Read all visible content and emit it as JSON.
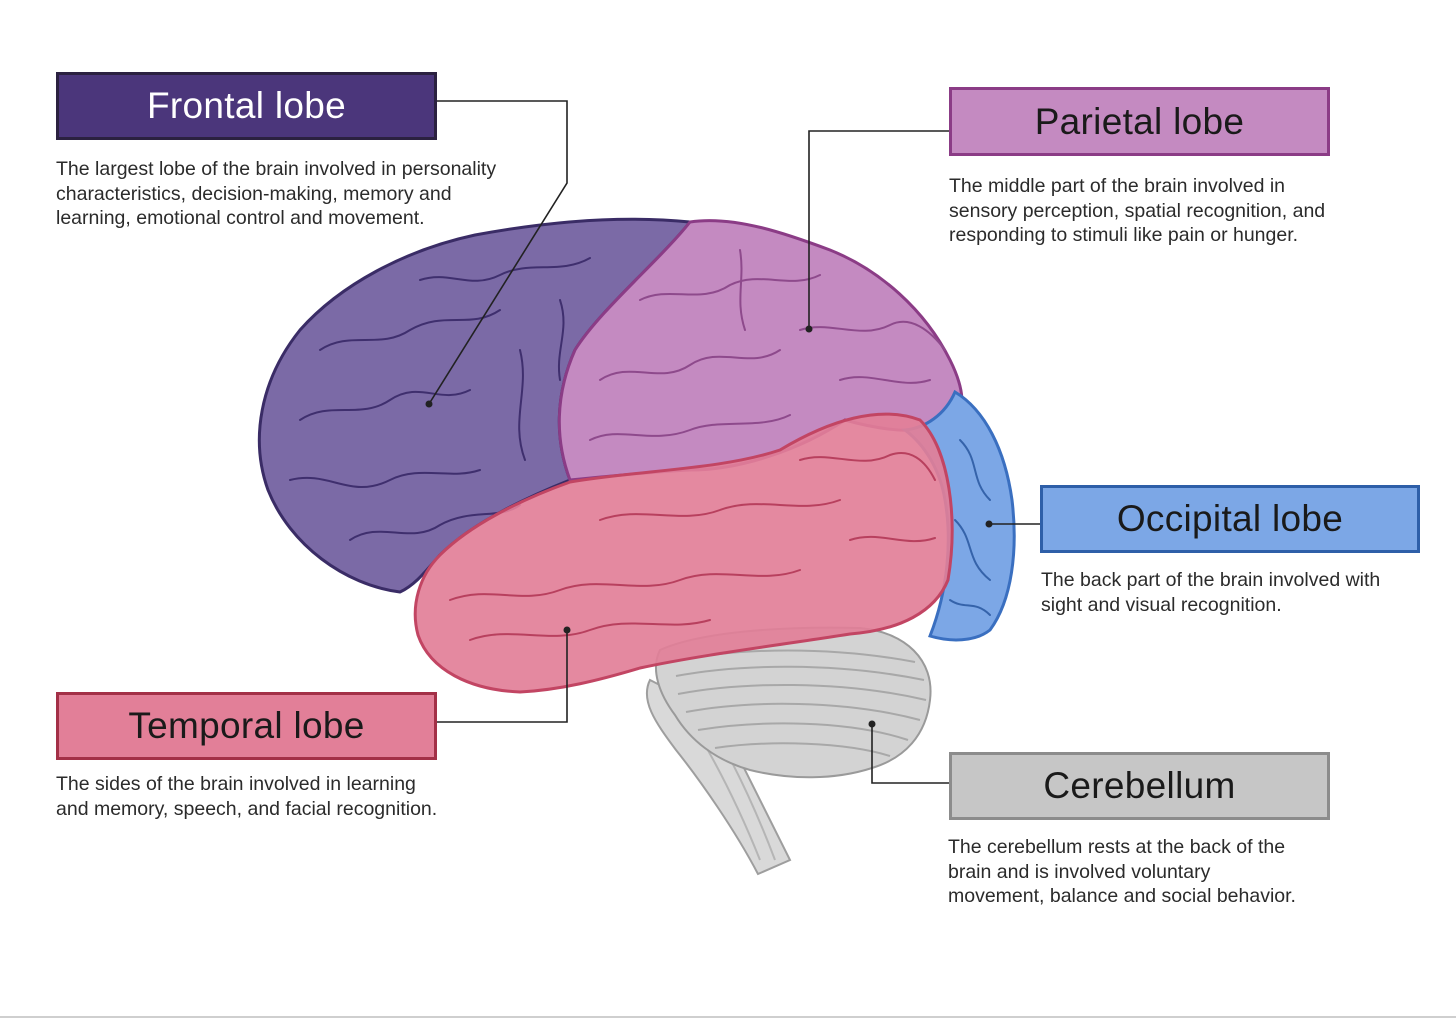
{
  "lobes": {
    "frontal": {
      "label": "Frontal lobe",
      "description": "The largest lobe of the brain involved in personality\ncharacteristics, decision-making, memory and\nlearning, emotional control and movement.",
      "fill": "#4b367b",
      "border": "#2b2140",
      "text_color": "#ffffff"
    },
    "parietal": {
      "label": "Parietal lobe",
      "description": "The middle part of the brain involved in\nsensory perception, spatial recognition, and\nresponding to stimuli like pain or hunger.",
      "fill": "#c48ac1",
      "border": "#8b3c86",
      "text_color": "#1a1a1a"
    },
    "occipital": {
      "label": "Occipital lobe",
      "description": "The back part of the brain involved with\nsight and visual recognition.",
      "fill": "#7ca7e6",
      "border": "#2e5fa8",
      "text_color": "#1a1a1a"
    },
    "temporal": {
      "label": "Temporal lobe",
      "description": "The sides of the brain involved in learning\nand memory, speech, and facial recognition.",
      "fill": "#e27f98",
      "border": "#a33047",
      "text_color": "#1a1a1a"
    },
    "cerebellum": {
      "label": "Cerebellum",
      "description": "The cerebellum rests at the back of the\nbrain and is involved voluntary\nmovement, balance and social behavior.",
      "fill": "#c6c6c6",
      "border": "#8c8c8c",
      "text_color": "#1a1a1a"
    }
  }
}
